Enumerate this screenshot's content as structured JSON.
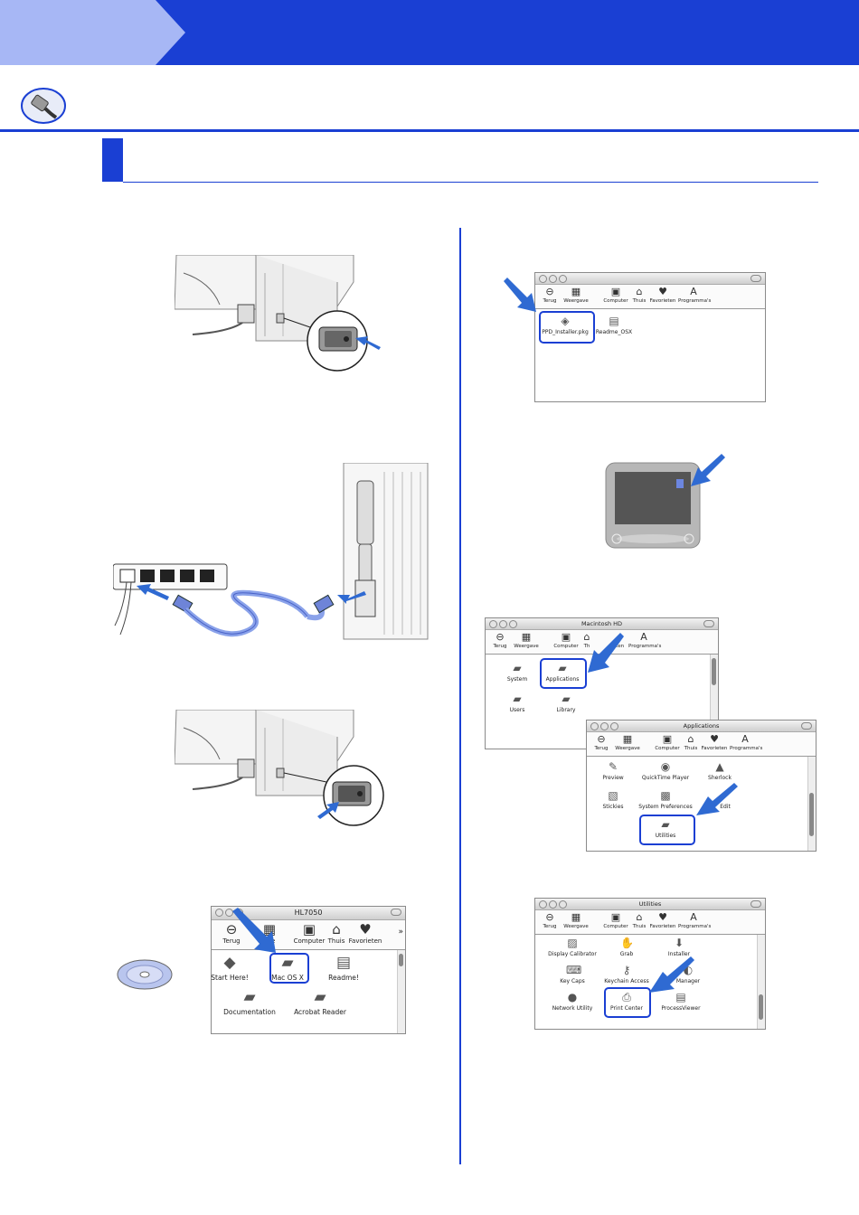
{
  "colors": {
    "accent": "#1a3fd3",
    "tab": "#a7b7f5",
    "arrow": "#2f6ad2",
    "highlight": "#1a3fd3"
  },
  "icons": {
    "header": "network-cable-icon",
    "arrow": "blue-arrow-icon",
    "cd": "cd-rom-icon",
    "printer": "printer-icon",
    "router": "hub-icon",
    "imac": "imac-icon"
  },
  "toolbar": {
    "back": "Terug",
    "view": "Weergave",
    "computer": "Computer",
    "home": "Thuis",
    "favorites": "Favorieten",
    "apps": "Programma's"
  },
  "win_installer": {
    "files": [
      "PPD_Installer.pkg",
      "Readme_OSX"
    ]
  },
  "win_cd": {
    "title": "HL7050",
    "toolbar_short": "ave",
    "items": [
      "Start Here!",
      "Mac OS X",
      "Readme!",
      "Documentation",
      "Acrobat Reader"
    ]
  },
  "win_hd": {
    "title": "Macintosh HD",
    "toolbar_partial": "rieten",
    "items": [
      "System",
      "Applications",
      "Users",
      "Library"
    ]
  },
  "win_apps": {
    "title": "Applications",
    "items": [
      "Preview",
      "QuickTime Player",
      "Sherlock",
      "Stickies",
      "System Preferences",
      "Edit",
      "Utilities"
    ]
  },
  "win_util": {
    "title": "Utilities",
    "items": [
      "Display Calibrator",
      "Grab",
      "Installer",
      "Key Caps",
      "Keychain Access",
      "Manager",
      "Network Utility",
      "Print Center",
      "ProcessViewer"
    ]
  }
}
